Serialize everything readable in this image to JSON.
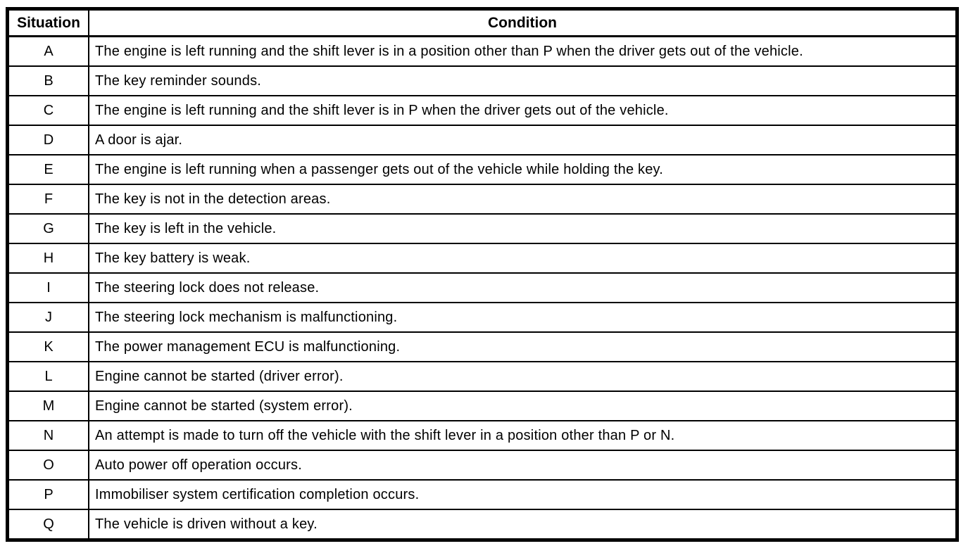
{
  "table": {
    "headers": {
      "situation": "Situation",
      "condition": "Condition"
    },
    "rows": [
      {
        "situation": "A",
        "condition": "The engine is left running and the shift lever is in a position other than P when the driver gets out of the vehicle."
      },
      {
        "situation": "B",
        "condition": "The key reminder sounds."
      },
      {
        "situation": "C",
        "condition": "The engine is left running and the shift lever is in P when the driver gets out of the vehicle."
      },
      {
        "situation": "D",
        "condition": "A door is ajar."
      },
      {
        "situation": "E",
        "condition": "The engine is left running when a passenger gets out of the vehicle while holding the key."
      },
      {
        "situation": "F",
        "condition": "The key is not in the detection areas."
      },
      {
        "situation": "G",
        "condition": "The key is left in the vehicle."
      },
      {
        "situation": "H",
        "condition": "The key battery is weak."
      },
      {
        "situation": "I",
        "condition": "The steering lock does not release."
      },
      {
        "situation": "J",
        "condition": "The steering lock mechanism is malfunctioning."
      },
      {
        "situation": "K",
        "condition": "The power management ECU is malfunctioning."
      },
      {
        "situation": "L",
        "condition": "Engine cannot be started (driver error)."
      },
      {
        "situation": "M",
        "condition": "Engine cannot be started (system error)."
      },
      {
        "situation": "N",
        "condition": "An attempt is made to turn off the vehicle with the shift lever in a position other than P or N."
      },
      {
        "situation": "O",
        "condition": "Auto power off operation occurs."
      },
      {
        "situation": "P",
        "condition": "Immobiliser system certification completion occurs."
      },
      {
        "situation": "Q",
        "condition": "The vehicle is driven without a key."
      }
    ]
  }
}
